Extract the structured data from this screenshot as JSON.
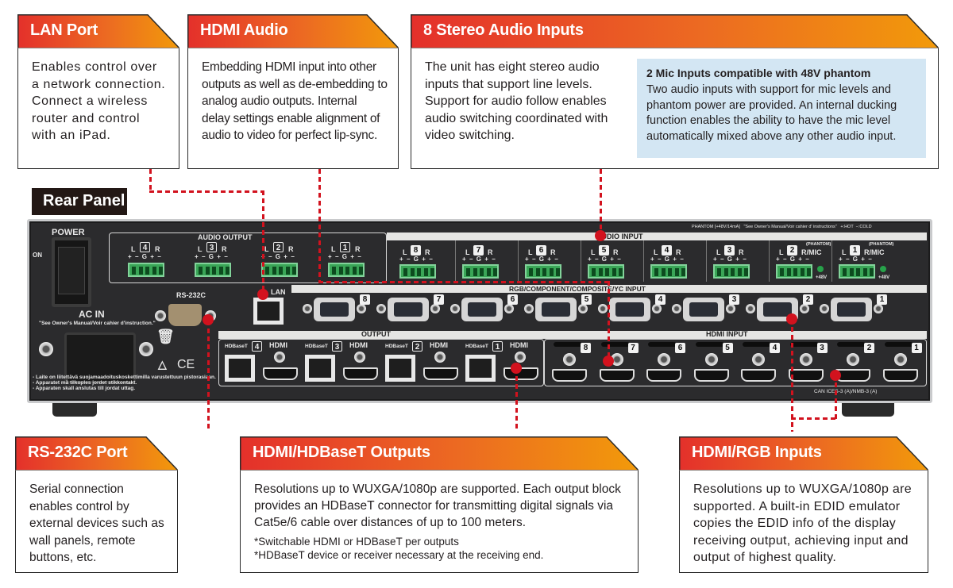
{
  "colors": {
    "header_gradient": [
      "#e4302b",
      "#ec6a22",
      "#f29a0a"
    ],
    "connector_red": "#d2121e",
    "mic_box_bg": "#d3e6f3",
    "rear_label_bg": "#231815",
    "device_body": "#2b2b2d"
  },
  "callouts": {
    "lan": {
      "title": "LAN Port",
      "text": "Enables control over a network connection. Connect a wireless router and control with an iPad."
    },
    "hdmi_audio": {
      "title": "HDMI Audio",
      "text": "Embedding HDMI input into other outputs as well as de-embedding to analog audio outputs. Internal delay settings enable alignment of audio to video for perfect lip-sync."
    },
    "stereo_inputs": {
      "title": "8 Stereo Audio Inputs",
      "text": "The unit has eight stereo audio inputs that support line levels. Support for audio follow enables audio switching coordinated with video switching.",
      "mic_box": {
        "title": "2 Mic Inputs compatible with 48V phantom",
        "text": "Two audio inputs with support for mic levels and phantom power are provided. An internal ducking function enables the ability to have the mic level automatically mixed above any other audio input."
      }
    },
    "rs232c": {
      "title": "RS-232C Port",
      "text": "Serial connection enables control by external devices such as wall panels, remote buttons, etc."
    },
    "outputs": {
      "title": "HDMI/HDBaseT Outputs",
      "text": "Resolutions up to WUXGA/1080p are supported. Each output block provides an HDBaseT connector for transmitting digital signals via Cat5e/6 cable over distances of up to 100 meters.",
      "notes": [
        "*Switchable HDMI or HDBaseT per outputs",
        "*HDBaseT device or receiver necessary at the receiving end."
      ]
    },
    "inputs": {
      "title": "HDMI/RGB Inputs",
      "text": "Resolutions up to WUXGA/1080p are supported. A built-in EDID emulator copies the EDID info of the display receiving output, achieving input and output of highest quality."
    }
  },
  "rear_panel": {
    "label": "Rear Panel",
    "power_label": "POWER",
    "on_label": "ON",
    "ac_in_label": "AC IN",
    "ac_in_note": "\"See Owner's Manual/Voir cahier d'instruction.\"",
    "audio_output_label": "AUDIO OUTPUT",
    "audio_output_channels": [
      "4",
      "3",
      "2",
      "1"
    ],
    "audio_input_label": "AUDIO INPUT",
    "audio_input_channels": [
      "8",
      "7",
      "6",
      "5",
      "4",
      "3",
      "2",
      "1"
    ],
    "terminal_pins": "+ − G + −",
    "lr_left": "L",
    "lr_right": "R",
    "mic_right": "R/MIC",
    "phantom_tag": "(PHANTOM)",
    "plus48v": "+48V",
    "phantom_note": "PHANTOM [+48V/14mA]   \"See Owner's Manual/Voir cahier d' instructions\"   +:HOT  −:COLD",
    "rs232c_label": "RS-232C",
    "lan_label": "LAN",
    "rgb_input_label": "RGB/COMPONENT/COMPOSITE/YC INPUT",
    "rgb_channels": [
      "8",
      "7",
      "6",
      "5",
      "4",
      "3",
      "2",
      "1"
    ],
    "output_label": "OUTPUT",
    "output_channels": [
      "4",
      "3",
      "2",
      "1"
    ],
    "hdbaset_label": "HDBaseT",
    "hdmi_label": "HDMI",
    "hdmi_input_label": "HDMI INPUT",
    "hdmi_input_channels": [
      "8",
      "7",
      "6",
      "5",
      "4",
      "3",
      "2",
      "1"
    ],
    "warning_lines": [
      "- Laite on liitettävä suojamaadoituskoskettimilla varustettuun pistorasiaan.",
      "- Apparatet må tilkoples jordet stikkontakt.",
      "- Apparaten skall anslutas till jordat uttag."
    ],
    "certification": "CAN ICES-3 (A)/NMB-3 (A)",
    "ce_mark": "CE",
    "weee_icon": "crossed-bin-icon"
  }
}
